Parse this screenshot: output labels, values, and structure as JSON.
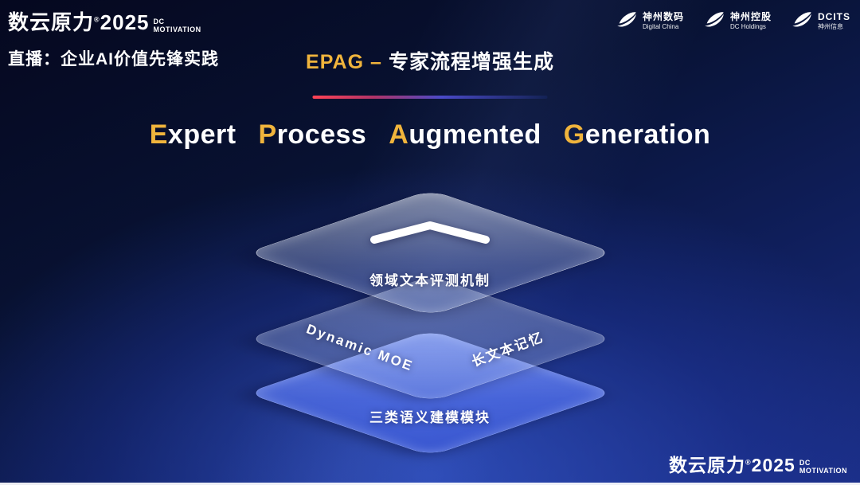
{
  "header": {
    "brand": {
      "name": "数云原力",
      "reg": "®",
      "year": "2025",
      "dc": "DC",
      "motivation": "MOTIVATION"
    },
    "subtitle": "直播：企业AI价值先锋实践",
    "title": {
      "en": "EPAG",
      "dash": "–",
      "zh": "专家流程增强生成"
    }
  },
  "logos": [
    {
      "line1": "神州数码",
      "line2": "Digital China"
    },
    {
      "line1": "神州控股",
      "line2": "DC Holdings"
    },
    {
      "line1": "DCITS",
      "line2": "神州信息"
    }
  ],
  "main_title": {
    "words": [
      {
        "head": "E",
        "tail": "xpert"
      },
      {
        "head": "P",
        "tail": "rocess"
      },
      {
        "head": "A",
        "tail": "ugmented"
      },
      {
        "head": "G",
        "tail": "eneration"
      }
    ]
  },
  "diagram": {
    "top_label": "领域文本评测机制",
    "middle_left_label": "Dynamic MOE",
    "middle_right_label": "长文本记忆",
    "bottom_label": "三类语义建模模块"
  },
  "footer": {
    "brand": {
      "name": "数云原力",
      "reg": "®",
      "year": "2025",
      "dc": "DC",
      "motivation": "MOTIVATION"
    }
  },
  "colors": {
    "gold": "#f0b43c",
    "line_red": "#ff4355",
    "line_blue": "#2a50d8",
    "layer_blue": "#5574f2",
    "background_navy": "#0a1440",
    "text_white": "#ffffff"
  }
}
